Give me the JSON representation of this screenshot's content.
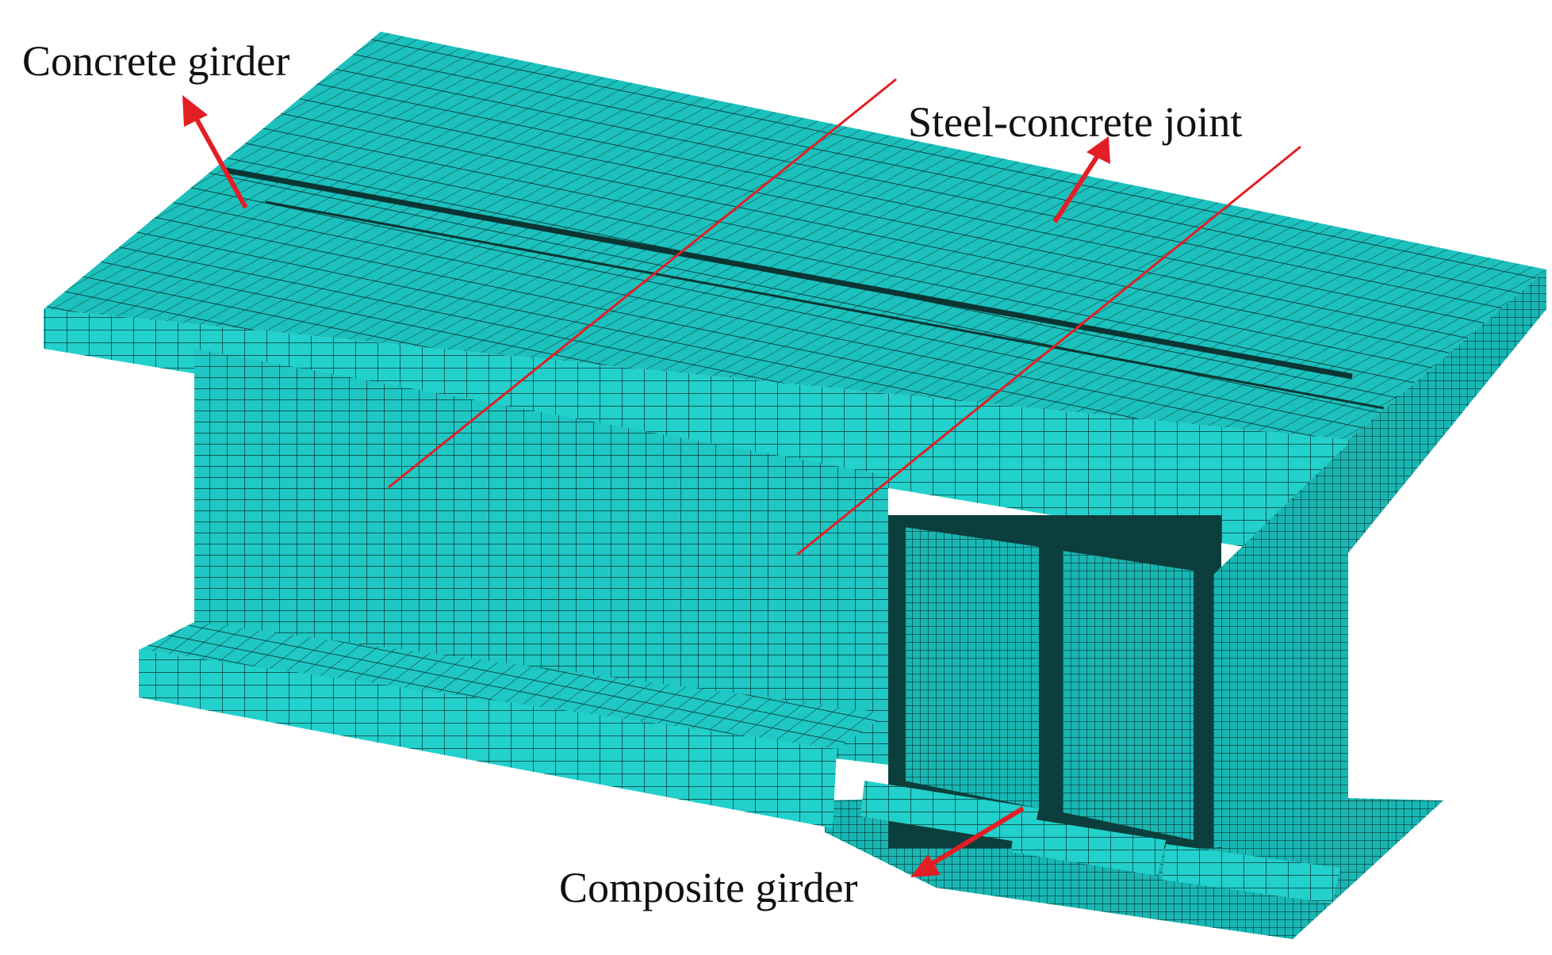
{
  "figure": {
    "labels": {
      "concrete_girder": "Concrete girder",
      "steel_concrete_joint": "Steel-concrete joint",
      "composite_girder": "Composite girder"
    },
    "colors": {
      "mesh_face": "#1fc8c4",
      "mesh_face_dark": "#16b3af",
      "mesh_face_darker": "#0f8c89",
      "mesh_line": "#0a3533",
      "shadow": "#0b3e3c",
      "annotation": "#e31e24",
      "text": "#111111",
      "background": "#ffffff"
    }
  }
}
